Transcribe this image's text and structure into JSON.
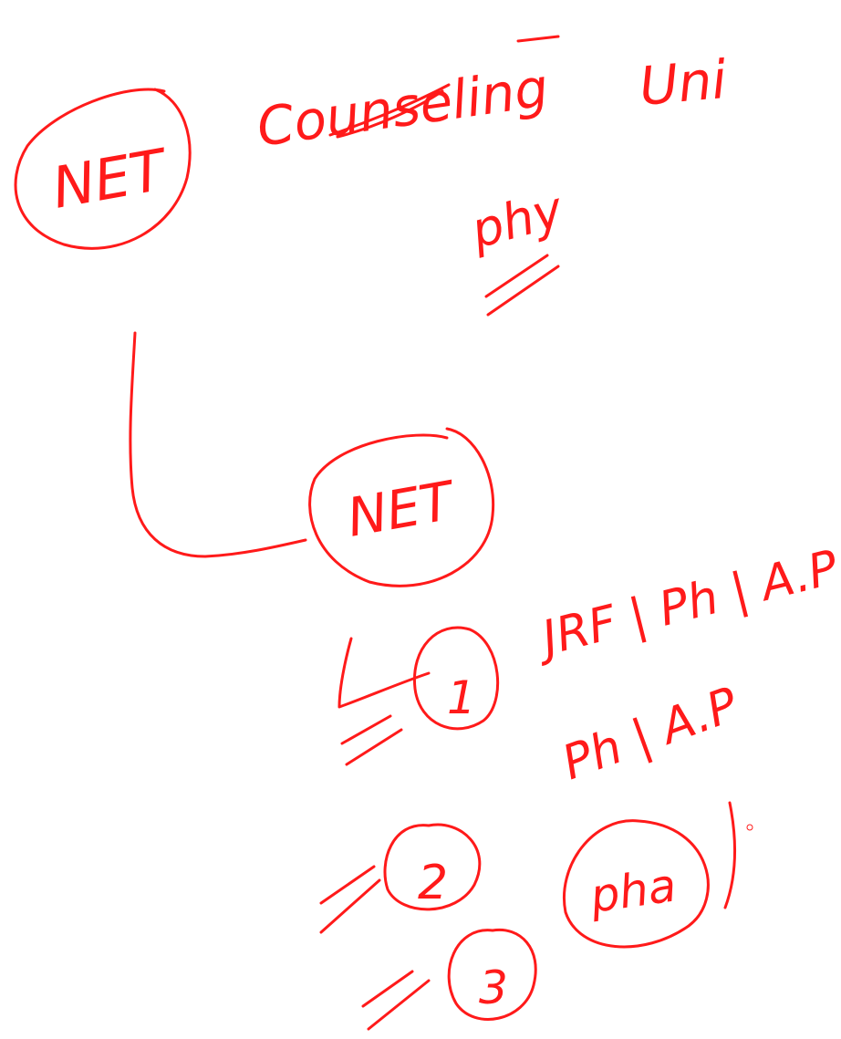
{
  "ink": {
    "color": "#ff0000",
    "stroke": "#ff1a1a"
  },
  "labels": {
    "net_top": "NET",
    "counseling": "Counseling",
    "dash": "-",
    "uni": "Uni",
    "phy": "phy",
    "net_mid": "NET",
    "jrf_line": "JRF | Ph | A.P",
    "ph_ap_line": "Ph | A.P",
    "option_1": "1",
    "option_2": "2",
    "option_3": "3",
    "pha": "pha"
  }
}
